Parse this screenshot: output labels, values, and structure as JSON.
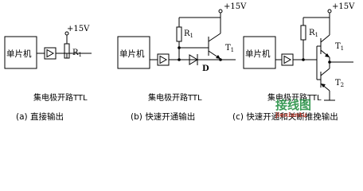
{
  "circuits": [
    {
      "mcu_label": "单片机",
      "supply_label": "+15V",
      "resistor_label": "R",
      "resistor_sub": "1",
      "ttl_label": "集电极开路TTL",
      "caption": "(a) 直接输出"
    },
    {
      "mcu_label": "单片机",
      "supply_label": "+15V",
      "resistor_label": "R",
      "resistor_sub": "1",
      "transistor_label": "T",
      "transistor_sub": "1",
      "diode_label": "D",
      "ttl_label": "集电极开路TTL",
      "caption": "(b) 快速开通输出"
    },
    {
      "mcu_label": "单片机",
      "supply_label": "+15V",
      "resistor_label": "R",
      "resistor_sub": "1",
      "transistor1_label": "T",
      "transistor1_sub": "1",
      "transistor2_label": "T",
      "transistor2_sub": "2",
      "ttl_label": "集电极开路TTL",
      "caption": "(c) 快速开通和关断推挽输出"
    }
  ],
  "watermark": {
    "text": "接线图",
    "subtext": "jiexiantu"
  }
}
